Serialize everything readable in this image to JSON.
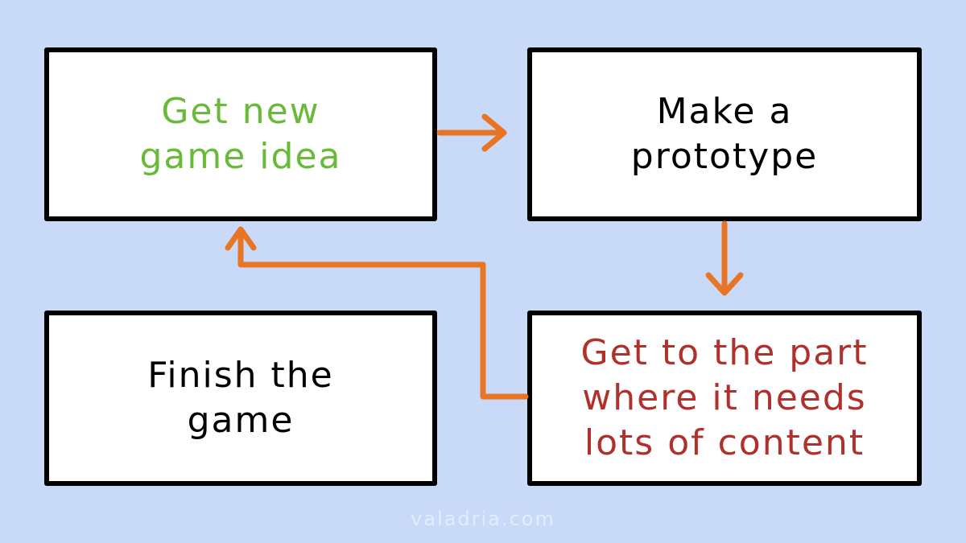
{
  "colors": {
    "background": "#c9daf8",
    "box_fill": "#ffffff",
    "box_border": "#000000",
    "arrow": "#e87524",
    "text_green": "#6aba3a",
    "text_black": "#000000",
    "text_red": "#b0302c",
    "watermark": "#e3ecfb"
  },
  "boxes": {
    "get_new_idea": {
      "lines": [
        "Get new",
        "game idea"
      ]
    },
    "make_prototype": {
      "lines": [
        "Make a",
        "prototype"
      ]
    },
    "finish_game": {
      "lines": [
        "Finish the",
        "game"
      ]
    },
    "needs_content": {
      "lines": [
        "Get to the part",
        "where it needs",
        "lots of content"
      ]
    }
  },
  "watermark": "valadria.com"
}
